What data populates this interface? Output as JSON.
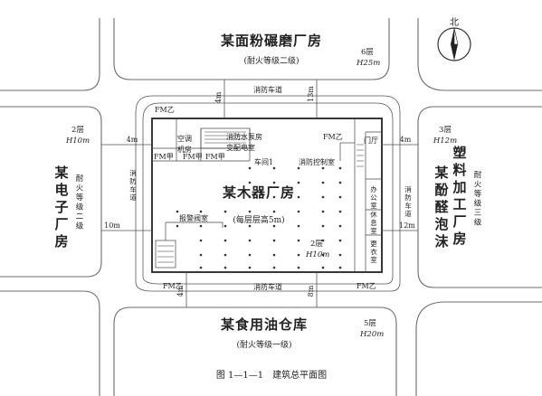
{
  "north_label": "北",
  "buildings": {
    "north": {
      "name": "某面粉碾磨厂房",
      "rating": "(耐火等级二级)",
      "floors": "6层",
      "height": "H25m"
    },
    "west": {
      "name": "某电子厂房",
      "rating": "(耐火等级二级)",
      "floors": "2层",
      "height": "H10m"
    },
    "east": {
      "name_col1": "塑料加工厂房",
      "name_col2": "某酚醛泡沫",
      "rating": "(耐火等级三级)",
      "floors": "3层",
      "height": "H12m"
    },
    "south": {
      "name": "某食用油仓库",
      "rating": "(耐火等级一级)",
      "floors": "5层",
      "height": "H20m"
    },
    "main": {
      "name": "某木器厂房",
      "note": "(每层层高5m)",
      "floors": "2层",
      "height": "H10m"
    }
  },
  "roads": {
    "fire_lane": "消防车道"
  },
  "distances": {
    "north_a": "4m",
    "north_b": "13m",
    "west_a": "4m",
    "west_b": "10m",
    "east_a": "4m",
    "east_b": "12m",
    "south_a": "4m",
    "south_b": "8m"
  },
  "rooms": {
    "ac": "空调机房",
    "pump": "消防水泵房",
    "substation": "变配电室",
    "control": "消防控制室",
    "workshop": "车间1",
    "alarm_valve": "报警阀室",
    "gate": "门厅",
    "office": "办公室",
    "rest": "休息室",
    "locker": "更衣室",
    "fm_b": "FM乙",
    "fm_a": "FM甲"
  },
  "caption": "图 1—1—1　建筑总平面图"
}
